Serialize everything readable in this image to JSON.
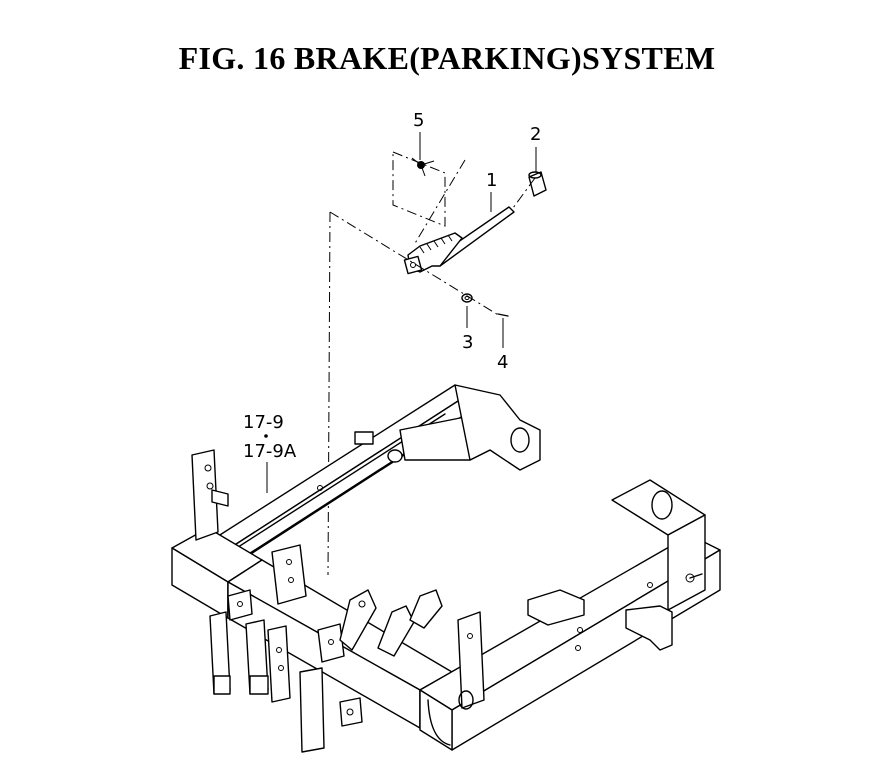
{
  "figure": {
    "title": "FIG. 16  BRAKE(PARKING)SYSTEM"
  },
  "callouts": {
    "c1": "1",
    "c2": "2",
    "c3": "3",
    "c4": "4",
    "c5": "5",
    "ref_a": "17-9",
    "ref_b": "17-9A"
  }
}
